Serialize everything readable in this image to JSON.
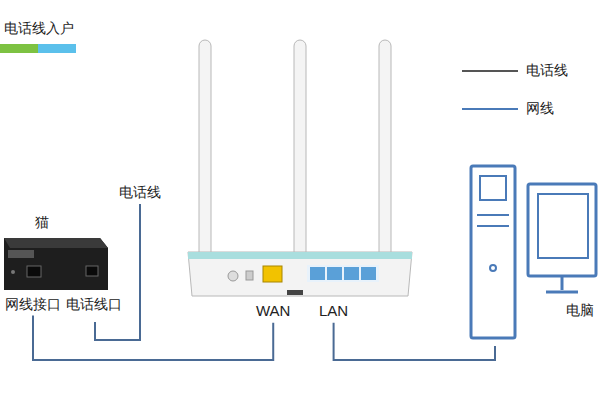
{
  "diagram": {
    "nodes": [
      {
        "text": [
          "猫"
        ]
      },
      {
        "text": [
          "网线接口"
        ],
        "in": 0
      },
      {
        "text": [
          "电话线口"
        ],
        "in": 0
      },
      {
        "text": [
          "WAN"
        ]
      },
      {
        "text": [
          "LAN"
        ]
      },
      {
        "text": [
          "电脑"
        ]
      }
    ],
    "edges": [
      {
        "from": 1,
        "to": 3,
        "arrow": "none"
      },
      {
        "from": 4,
        "to": 5,
        "arrow": "none"
      }
    ],
    "labels": [
      "电话线入户",
      "电话线"
    ],
    "legend": [
      {
        "text": "电话线"
      },
      {
        "text": "网线"
      }
    ]
  }
}
